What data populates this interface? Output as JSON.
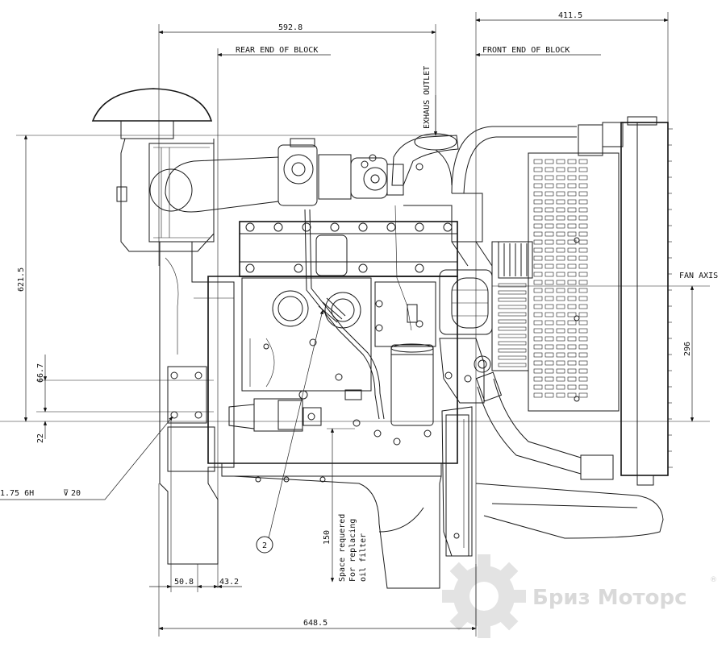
{
  "dimensions": {
    "top_overall": "592.8",
    "front_overall": "411.5",
    "height": "621.5",
    "fan_axis_height": "296",
    "bolt_spacing": "66.7",
    "bolt_offset": "22",
    "bottom_overall": "648.5",
    "left_a": "50.8",
    "left_b": "43.2",
    "filter_space": "150"
  },
  "labels": {
    "rear_end": "REAR END OF BLOCK",
    "front_end": "FRONT END OF BLOCK",
    "exhaust": "EXHAUS OUTLET",
    "fan_axis": "FAN AXIS",
    "thread": "1.75 6H",
    "depth": "20",
    "callout": "2",
    "filter_note_1": "Space requered",
    "filter_note_2": "For replacing",
    "filter_note_3": "oil filter"
  },
  "watermark": {
    "text": "Бриз Моторс",
    "color": "#d9d9d9"
  }
}
